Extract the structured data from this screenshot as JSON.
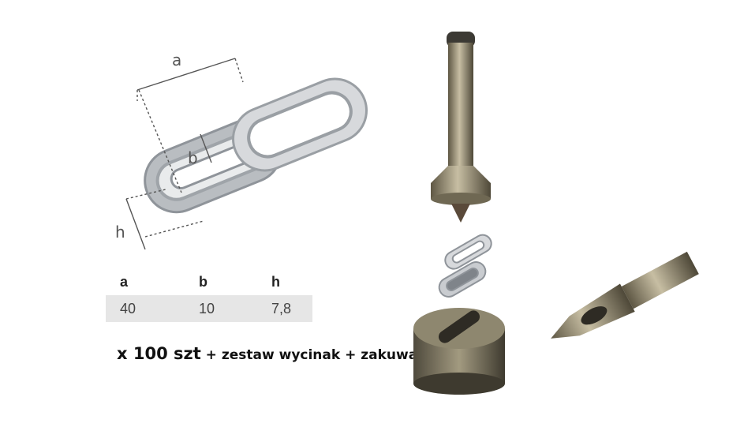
{
  "diagram": {
    "labels": {
      "a": "a",
      "b": "b",
      "h": "h"
    },
    "colors": {
      "metal": "#c9ccd0",
      "metal_dark": "#8f949a",
      "dim_line": "#555555"
    }
  },
  "spec_table": {
    "headers": [
      "a",
      "b",
      "h"
    ],
    "values": [
      "40",
      "10",
      "7,8"
    ]
  },
  "caption": {
    "quantity": "x 100 szt",
    "rest": " + zestaw wycinak + zakuwak"
  },
  "tools": {
    "colors": {
      "brass": "#9a8f72",
      "brass_dark": "#5e5744",
      "steel": "#bfc2c4"
    }
  }
}
